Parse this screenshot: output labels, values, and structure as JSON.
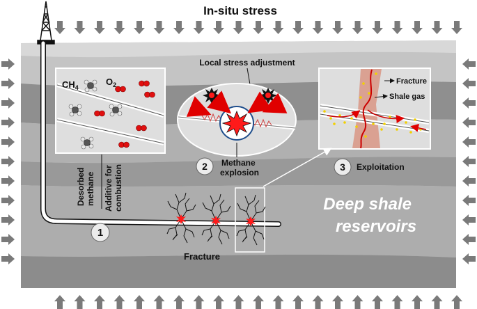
{
  "title": "In-situ stress",
  "reservoir_label": [
    "Deep shale",
    "reservoirs"
  ],
  "labels": {
    "local_stress": "Local stress adjustment",
    "ch4": "CH",
    "ch4_sub": "4",
    "o2": "O",
    "o2_sub": "2",
    "desorbed": [
      "Desorbed",
      "methane"
    ],
    "additive": [
      "Additive for",
      "combustion"
    ],
    "fracture_bottom": "Fracture",
    "fracture_inset": "Fracture",
    "shale_gas": "Shale gas"
  },
  "steps": [
    {
      "number": "1",
      "label": ""
    },
    {
      "number": "2",
      "label_lines": [
        "Methane",
        "explosion"
      ]
    },
    {
      "number": "3",
      "label": "Exploitation"
    }
  ],
  "colors": {
    "layer_light": "#bdbdbd",
    "layer_mid": "#a6a6a6",
    "layer_dark": "#8c8c8c",
    "arrow": "#7a7a7a",
    "explosion": "#ff1a1a",
    "gas_dot": "#f2d000",
    "fracture_band": "#d99a8a"
  },
  "icons": [
    "derrick-icon",
    "explosion-icon",
    "methane-molecule-icon",
    "oxygen-molecule-icon",
    "fracture-network-icon"
  ]
}
